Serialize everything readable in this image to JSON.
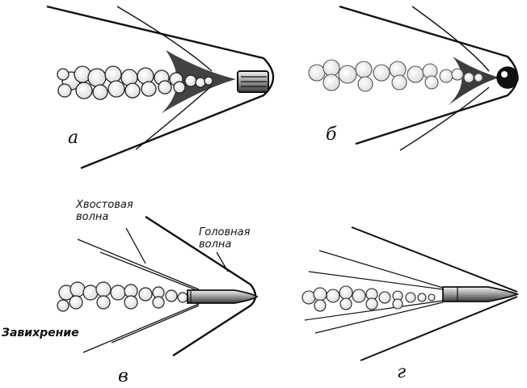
{
  "panels": [
    {
      "letter": "а"
    },
    {
      "letter": "б"
    },
    {
      "letter": "в"
    },
    {
      "letter": "г"
    }
  ],
  "annotations": {
    "tail_wave_line1": "Хвостовая",
    "tail_wave_line2": "волна",
    "head_wave_line1": "Головная",
    "head_wave_line2": "волна",
    "vortex": "Завихрение"
  },
  "colors": {
    "ink": "#111111",
    "background": "#ffffff"
  }
}
